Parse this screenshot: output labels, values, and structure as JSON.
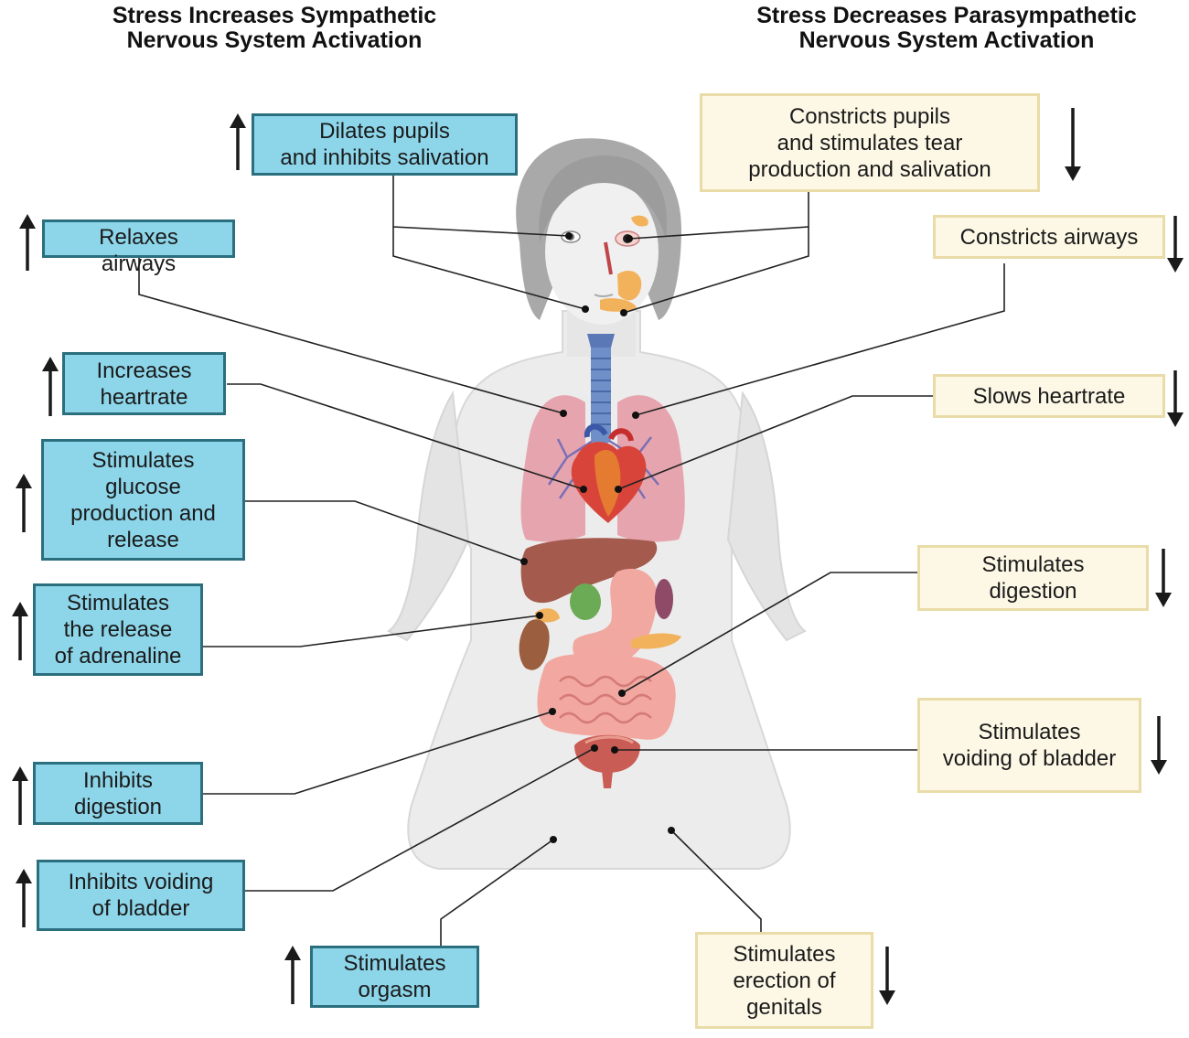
{
  "titles": {
    "left": [
      "Stress Increases Sympathetic",
      "Nervous System Activation"
    ],
    "right": [
      "Stress Decreases Parasympathetic",
      "Nervous System Activation"
    ]
  },
  "sympathetic": [
    {
      "lines": [
        "Dilates pupils",
        "and inhibits salivation"
      ]
    },
    {
      "lines": [
        "Relaxes",
        "airways"
      ]
    },
    {
      "lines": [
        "Increases",
        "heartrate"
      ]
    },
    {
      "lines": [
        "Stimulates",
        "glucose",
        "production and",
        "release"
      ]
    },
    {
      "lines": [
        "Stimulates",
        "the release",
        "of adrenaline"
      ]
    },
    {
      "lines": [
        "Inhibits",
        "digestion"
      ]
    },
    {
      "lines": [
        "Inhibits voiding",
        "of bladder"
      ]
    },
    {
      "lines": [
        "Stimulates",
        "orgasm"
      ]
    }
  ],
  "parasympathetic": [
    {
      "lines": [
        "Constricts pupils",
        "and stimulates tear",
        "production and  salivation"
      ]
    },
    {
      "lines": [
        "Constricts airways"
      ]
    },
    {
      "lines": [
        "Slows heartrate"
      ]
    },
    {
      "lines": [
        "Stimulates",
        "digestion"
      ]
    },
    {
      "lines": [
        "Stimulates",
        "voiding of bladder"
      ]
    },
    {
      "lines": [
        "Stimulates",
        "erection of",
        "genitals"
      ]
    }
  ],
  "colors": {
    "sympathetic_fill": "#8dd6ea",
    "sympathetic_border": "#2b6f7e",
    "parasympathetic_fill": "#fdf8e6",
    "parasympathetic_border": "#e9dca8",
    "arrow": "#1a1a1a"
  }
}
